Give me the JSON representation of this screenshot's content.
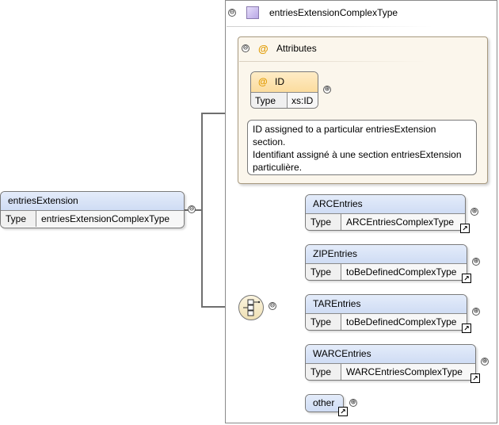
{
  "root": {
    "name": "entriesExtension",
    "type_label": "Type",
    "type_value": "entriesExtensionComplexType"
  },
  "complex_type": {
    "name": "entriesExtensionComplexType"
  },
  "attributes": {
    "title": "Attributes",
    "id_attr": {
      "name": "ID",
      "type_label": "Type",
      "type_value": "xs:ID"
    },
    "doc_lines": [
      "ID assigned to a particular entriesExtension",
      "section.",
      "Identifiant assigné à une section entriesExtension",
      "particulière."
    ]
  },
  "children": [
    {
      "name": "ARCEntries",
      "type_label": "Type",
      "type_value": "ARCEntriesComplexType"
    },
    {
      "name": "ZIPEntries",
      "type_label": "Type",
      "type_value": "toBeDefinedComplexType"
    },
    {
      "name": "TAREntries",
      "type_label": "Type",
      "type_value": "toBeDefinedComplexType"
    },
    {
      "name": "WARCEntries",
      "type_label": "Type",
      "type_value": "WARCEntriesComplexType"
    }
  ],
  "other": {
    "name": "other"
  },
  "symbols": {
    "collapse": "⊖",
    "expand": "⊕",
    "attribute": "@",
    "external": "↗"
  },
  "colors": {
    "element_header": "#cfdcf4",
    "attribute_header": "#fbdc9e",
    "attributes_panel": "#fbf6ec",
    "connector": "#6f6f6f"
  }
}
